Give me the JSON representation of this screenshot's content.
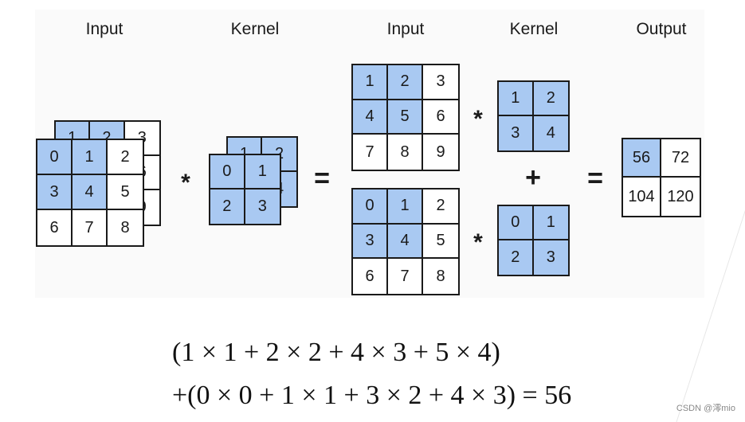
{
  "labels": {
    "input_left": "Input",
    "kernel_left": "Kernel",
    "input_mid": "Input",
    "kernel_mid": "Kernel",
    "output": "Output"
  },
  "colors": {
    "highlight": "#a9c9f2",
    "border": "#1a1a1a"
  },
  "input_back": {
    "cells": [
      "1",
      "2",
      "3",
      "4",
      "5",
      "6",
      "7",
      "8",
      "9"
    ],
    "highlight": [
      0,
      1,
      3,
      4
    ]
  },
  "input_front": {
    "cells": [
      "0",
      "1",
      "2",
      "3",
      "4",
      "5",
      "6",
      "7",
      "8"
    ],
    "highlight": [
      0,
      1,
      3,
      4
    ]
  },
  "kernel_back": {
    "cells": [
      "1",
      "2",
      "3",
      "4"
    ],
    "highlight": [
      0,
      1,
      2,
      3
    ]
  },
  "kernel_front": {
    "cells": [
      "0",
      "1",
      "2",
      "3"
    ],
    "highlight": [
      0,
      1,
      2,
      3
    ]
  },
  "mid_input_top": {
    "cells": [
      "1",
      "2",
      "3",
      "4",
      "5",
      "6",
      "7",
      "8",
      "9"
    ],
    "highlight": [
      0,
      1,
      3,
      4
    ]
  },
  "mid_input_bottom": {
    "cells": [
      "0",
      "1",
      "2",
      "3",
      "4",
      "5",
      "6",
      "7",
      "8"
    ],
    "highlight": [
      0,
      1,
      3,
      4
    ]
  },
  "mid_kernel_top": {
    "cells": [
      "1",
      "2",
      "3",
      "4"
    ],
    "highlight": [
      0,
      1,
      2,
      3
    ]
  },
  "mid_kernel_bottom": {
    "cells": [
      "0",
      "1",
      "2",
      "3"
    ],
    "highlight": [
      0,
      1,
      2,
      3
    ]
  },
  "output_grid": {
    "cells": [
      "56",
      "72",
      "104",
      "120"
    ],
    "highlight": [
      0
    ]
  },
  "operators": {
    "conv_left": "*",
    "equals_left": "=",
    "conv_top": "*",
    "conv_bottom": "*",
    "plus": "+",
    "equals_right": "="
  },
  "formula": {
    "line1": "(1 × 1 + 2 × 2 + 4 × 3 + 5 × 4)",
    "line2": "+(0 × 0 + 1 × 1 + 3 × 2 + 4 × 3) = 56"
  },
  "watermark": "CSDN @澪mio"
}
